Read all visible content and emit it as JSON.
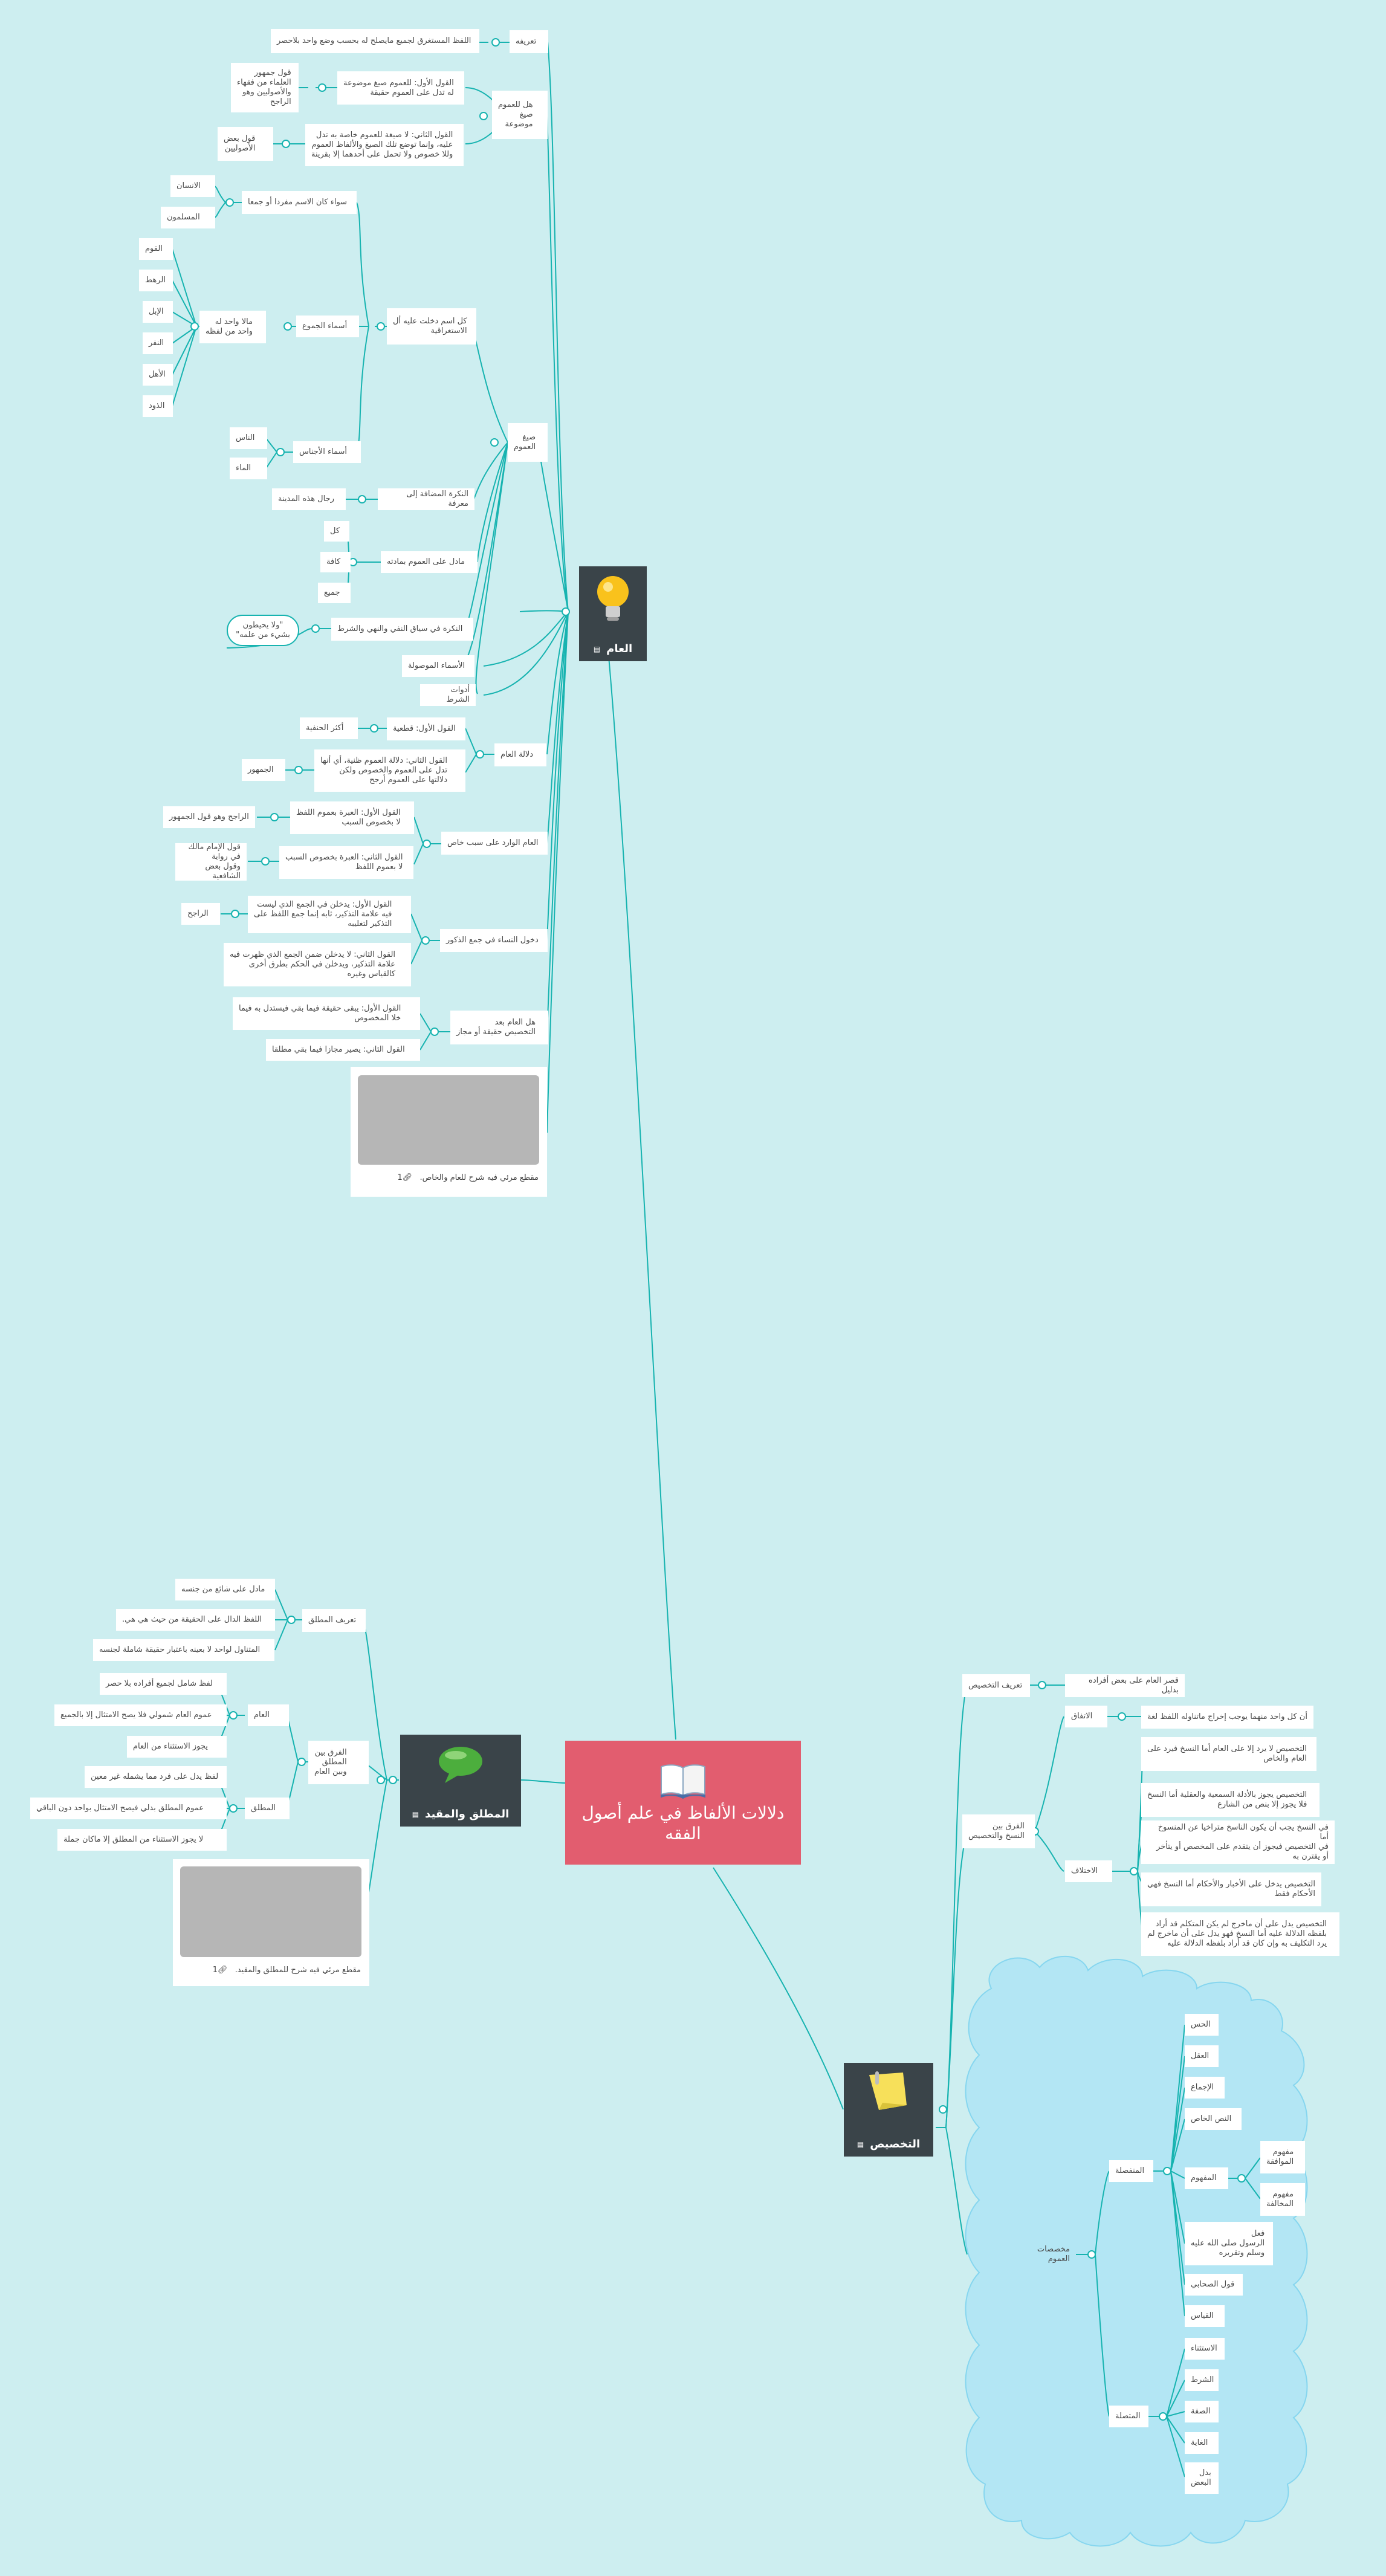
{
  "root": {
    "title": "دلالات الألفاظ في علم أصول\nالفقه"
  },
  "topics": {
    "aam": "العام",
    "takhsees": "التخصيص",
    "mutlaq": "المطلق والمقيد"
  },
  "aam": {
    "tarif": "تعريفه",
    "tarif_val": "اللفظ المستغرق لجميع مايصلح له بحسب وضع واحد بلاحصر",
    "hal": "هل للعموم\nصيغ\nموضوعة",
    "q1": "القول الأول: للعموم صيغ موضوعة\nله تدل على العموم حقيقة",
    "q1_who": "قول جمهور\nالعلماء من فقهاء\nوالأصوليين وهو\nالراجح",
    "q2": "القول الثاني: لا صيغة للعموم خاصة به تدل\nعليه، وإنما توضع تلك الصيغ والألفاظ العموم\nوللا خصوص ولا تحمل على أحدهما إلا بقرينة",
    "q2_who": "قول بعض\nالأصوليين",
    "siyagh": "صيغ\nالعموم",
    "kull_ism": "كل اسم دخلت عليه أل\nالاستغراقية",
    "mufrad": "سواء كان الاسم مفردا أو جمعا",
    "insan": "الانسان",
    "muslimun": "المسلمون",
    "jumu": "أسماء الجموع",
    "mala_wahid": "مالا واحد له\nواحد من لفظه",
    "qawm": "القوم",
    "rahat": "الرهط",
    "ibil": "الإبل",
    "nafar": "النفر",
    "ahl": "الأهل",
    "thawd": "الذود",
    "ajnas": "أسماء الأجناس",
    "nas": "الناس",
    "maa": "الماء",
    "nakira_mudaf": "النكرة المضافة إلى معرفة",
    "madina": "رجال هذه المدينة",
    "madal": "مادل على العموم بمادته",
    "kull": "كل",
    "kaffa": "كافة",
    "jami": "جميع",
    "nakira_nafy": "النكرة في سياق النفي والنهي والشرط",
    "nakira_ex": "\"ولا يحيطون\nبشيء من علمه\"",
    "mawsula": "الأسماء الموصولة",
    "shart": "أدوات الشرط",
    "dalala": "دلالة العام",
    "d1": "القول الأول: قطعية",
    "d1_who": "أكثر الحنفية",
    "d2": "القول الثاني: دلالة العموم ظنية، أي أنها\nتدل على العموم والخصوص ولكن\nدلالتها على العموم أرجح",
    "d2_who": "الجمهور",
    "sabab": "العام الوارد على سبب خاص",
    "s1": "القول الأول: العبرة بعموم اللفظ\nلا بخصوص السبب",
    "s1_who": "الراجح وهو قول الجمهور",
    "s2": "القول الثاني: العبرة بخصوص السبب\nلا بعموم اللفظ",
    "s2_who": "قول الإمام مالك في رواية\nوقول بعض\nالشافعية",
    "nisaa": "دخول النساء في جمع الذكور",
    "n1": "القول الأول: يدخلن في الجمع الذي ليست\nفيه علامة التذكير، ثابه إنما جمع اللفظ على\nالتذكير لتغليبه",
    "n1_who": "الراجح",
    "n2": "القول الثاني: لا يدخلن ضمن الجمع الذي ظهرت فيه\nعلامة التذكير، ويدخلن في الحكم بطرق أخرى\nكالقياس وغيره",
    "baad": "هل العام بعد\nالتخصيص حقيقة أو مجاز",
    "b1": "القول الأول: يبقى حقيقة فيما بقي فيستدل به فيما\nخلا المخصوص",
    "b2": "القول الثاني: يصير مجازا فيما بقي مطلقا",
    "video_count": "1",
    "video_caption": "مقطع مرئي فيه شرح للعام والخاص."
  },
  "takhsees": {
    "tarif": "تعريف التخصيص",
    "tarif_val": "قصر العام على بعض أفراده بدليل",
    "farq": "الفرق بين\nالنسخ والتخصيص",
    "ittifaq": "الاتفاق",
    "ittifaq_val": "أن كل واحد منهما يوجب إخراج ماتناوله اللفظ لغة",
    "ikhtilaf": "الاختلاف",
    "k1": "التخصيص لا يرد إلا على العام أما النسخ فيرد على\nالعام والخاص",
    "k2": "التخصيص يجوز بالأدلة السمعية والعقلية أما النسخ\nفلا يجوز إلا بنص من الشارع",
    "k3": "في النسخ يجب أن يكون الناسخ متراخيا عن المنسوخ أما\nفي التخصيص فيجوز أن يتقدم على المخصص أو يتأخر\nأو يقترن به",
    "k4": "التخصيص يدخل على الأخبار والأحكام أما النسخ فهي\nالأحكام فقط",
    "k5": "التخصيص يدل على أن ماخرج لم يكن المتكلم قد أراد\nبلفظه الدلالة عليه أما النسخ فهو يدل على أن ماخرج لم\nيرد التكليف به وإن كان قد أراد بلفظه الدلالة عليه",
    "mukhassisat": "مخصصات العموم",
    "munfasila": "المنفصلة",
    "hiss": "الحس",
    "aql": "العقل",
    "ijma": "الإجماع",
    "nass": "النص الخاص",
    "mafhum": "المفهوم",
    "muwafaqa": "مفهوم\nالموافقة",
    "mukhalafa": "مفهوم\nالمخالفة",
    "fil": "فعل\nالرسول صلى الله عليه\nوسلم وتقريره",
    "sahabi": "قول الصحابي",
    "qiyas": "القياس",
    "muttasila": "المتصلة",
    "istithna": "الاستثناء",
    "sharti": "الشرط",
    "sifa": "الصفة",
    "ghaya": "الغاية",
    "badal": "بدل\nالبعض"
  },
  "mutlaq": {
    "tarif": "تعريف المطلق",
    "t1": "مادل على شائع من جنسه",
    "t2": "اللفظ الدال على الحقيقة من حيث هي هي.",
    "t3": "المتناول لواحد لا بعينه باعتبار حقيقة شاملة لجنسه",
    "farq": "الفرق بين\nالمطلق\nوبين العام",
    "aam": "العام",
    "a1": "لفظ شامل لجميع أفراده بلا حصر",
    "a2": "عموم العام شمولي فلا يصح الامتثال إلا بالجميع",
    "a3": "يجوز الاستثناء من العام",
    "mutlaq": "المطلق",
    "m1": "لفظ يدل على فرد مما يشمله غير معين",
    "m2": "عموم المطلق بدلي فيصح الامتثال بواحد دون الباقي",
    "m3": "لا يجوز الاستثناء من المطلق إلا ماكان جملة",
    "video_count": "1",
    "video_caption": "مقطع مرئي فيه شرح للمطلق والمقيد."
  },
  "colors": {
    "background": "#cdeef0",
    "line": "#17b3b0",
    "root": "#e25d6f",
    "topic": "#3a4449",
    "cloud": "#b3e6f4"
  },
  "icons": {
    "root": "book-icon",
    "aam": "lightbulb-icon",
    "takhsees": "sticky-note-icon",
    "mutlaq": "speech-bubble-icon",
    "note": "note-icon",
    "attachment": "paperclip-icon"
  }
}
